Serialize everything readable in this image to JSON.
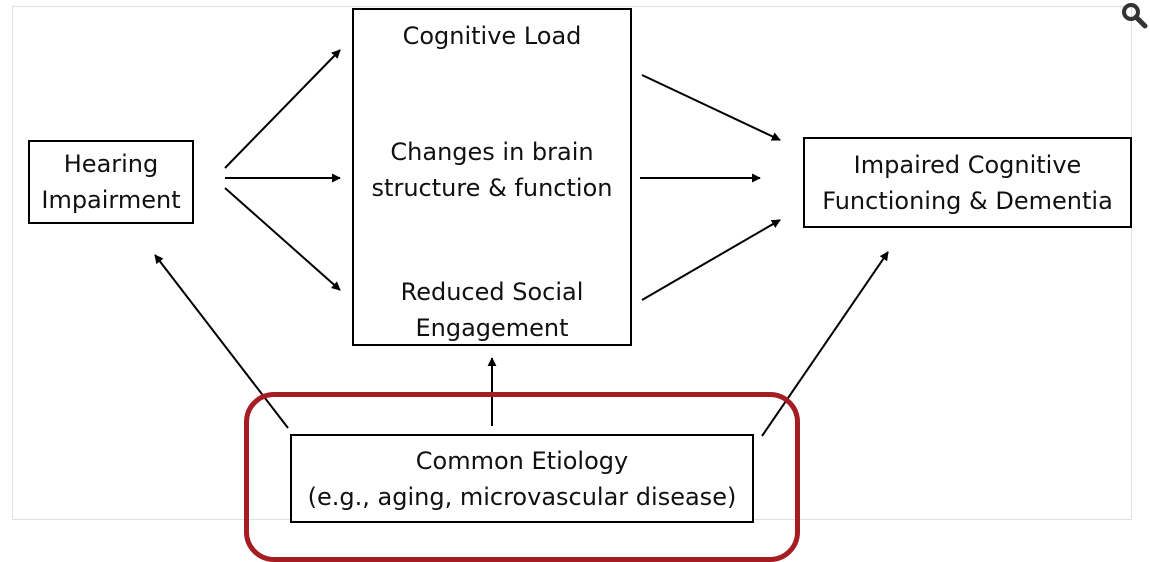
{
  "diagram": {
    "hearing": "Hearing\nImpairment",
    "cognitive_load": "Cognitive Load",
    "brain_changes": "Changes in brain\nstructure & function",
    "social": "Reduced Social\nEngagement",
    "impaired": "Impaired Cognitive\nFunctioning & Dementia",
    "etiology": "Common Etiology\n(e.g., aging, microvascular disease)"
  },
  "colors": {
    "highlight": "#a51d22",
    "stroke": "#000000"
  },
  "icons": {
    "zoom": "magnifier-icon"
  }
}
